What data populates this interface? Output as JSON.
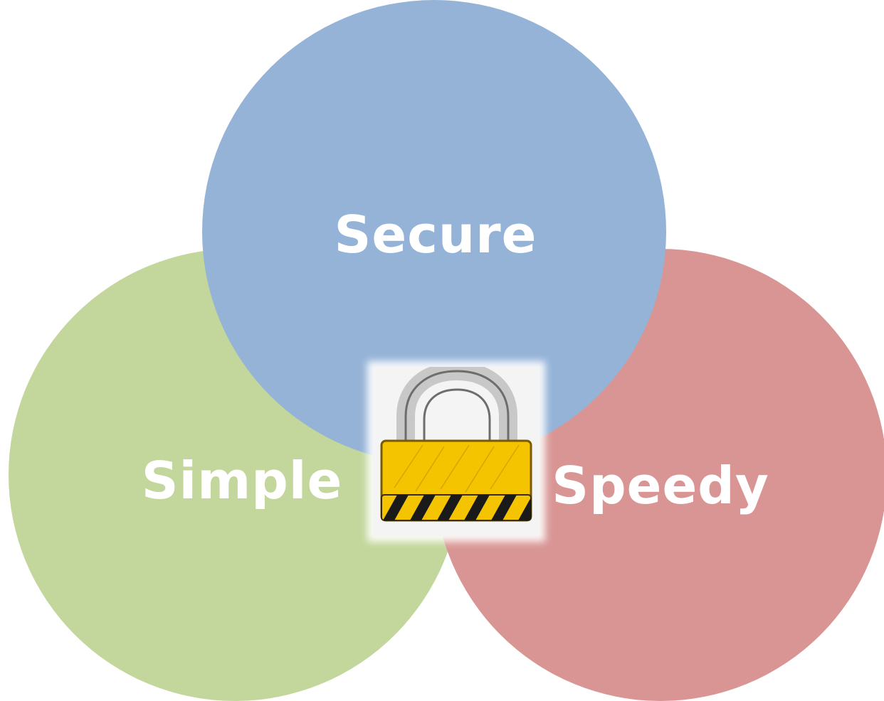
{
  "diagram": {
    "circles": [
      {
        "key": "secure",
        "label": "Secure",
        "color": "#95b3d7"
      },
      {
        "key": "simple",
        "label": "Simple",
        "color": "#c3d69b"
      },
      {
        "key": "speedy",
        "label": "Speedy",
        "color": "#d99594"
      }
    ],
    "center_image": {
      "icon": "padlock-icon",
      "body_color": "#f5c400",
      "shackle_color": "#c8c8c8",
      "stripe_color": "#1a1a1a"
    }
  }
}
